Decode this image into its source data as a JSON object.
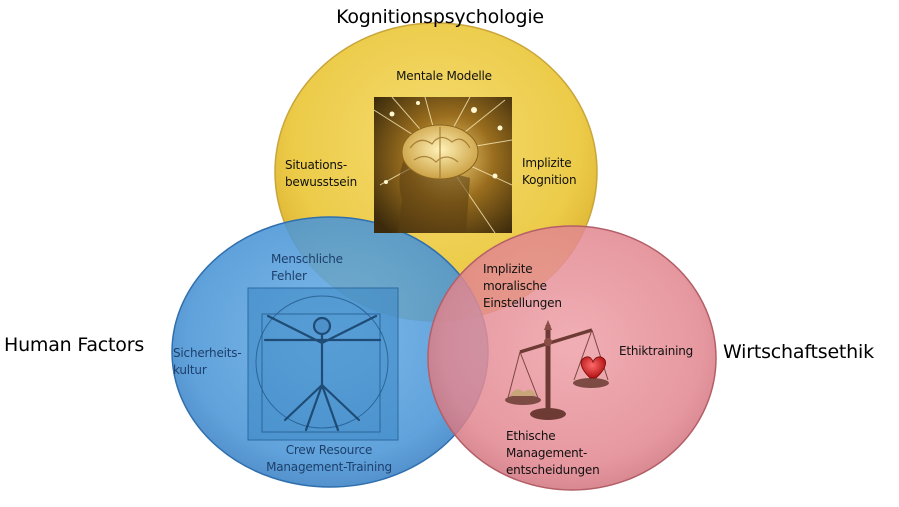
{
  "titles": {
    "top": "Kognitionspsychologie",
    "left": "Human Factors",
    "right": "Wirtschaftsethik"
  },
  "circles": [
    {
      "name": "Kognitionspsychologie",
      "color": "#f0cf4e"
    },
    {
      "name": "Human Factors",
      "color": "#4f9ad8"
    },
    {
      "name": "Wirtschaftsethik",
      "color": "#e28a93"
    }
  ],
  "labels": {
    "mentale_modelle": "Mentale Modelle",
    "situations_1": "Situations-",
    "situations_2": "bewusstsein",
    "implizite_kog_1": "Implizite",
    "implizite_kog_2": "Kognition",
    "menschliche_1": "Menschliche",
    "menschliche_2": "Fehler",
    "sicherheit_1": "Sicherheits-",
    "sicherheit_2": "kultur",
    "crew_1": "Crew Resource",
    "crew_2": "Management-Training",
    "moral_1": "Implizite",
    "moral_2": "moralische",
    "moral_3": "Einstellungen",
    "ethiktraining": "Ethiktraining",
    "ethisch_1": "Ethische",
    "ethisch_2": "Management-",
    "ethisch_3": "entscheidungen"
  },
  "images": [
    {
      "icon": "glowing-brain-icon"
    },
    {
      "icon": "vitruvian-man-icon"
    },
    {
      "icon": "balance-scale-heart-icon"
    }
  ]
}
